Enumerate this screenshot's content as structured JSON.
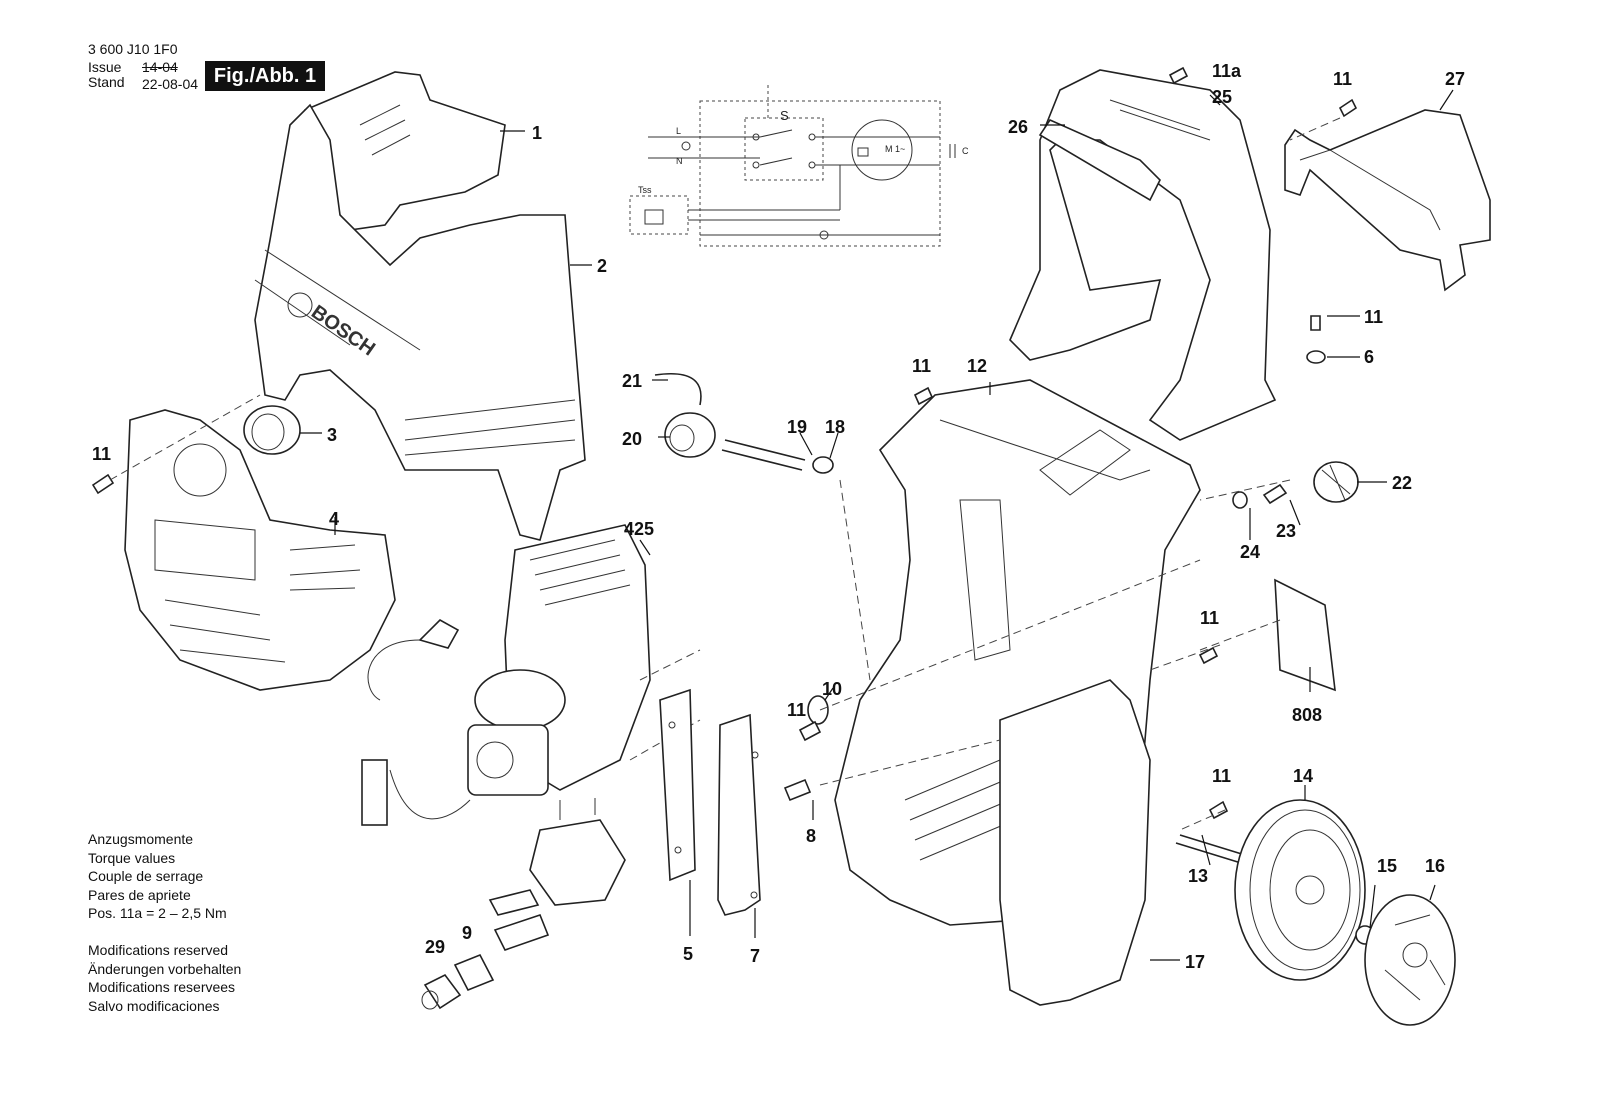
{
  "header": {
    "doc_number": "3 600 J10 1F0",
    "issue_label": "Issue",
    "stand_label": "Stand",
    "issue_value": "14-04",
    "stand_value": "22-08-04",
    "figure_badge": "Fig./Abb. 1"
  },
  "schematic": {
    "switch_label": "S",
    "thermal_label": "Tss",
    "motor_label": "M\n1~",
    "capacitor_label": "C",
    "line_label": "L",
    "neutral_label": "N"
  },
  "torque_notes": [
    "Anzugsmomente",
    "Torque values",
    "Couple de serrage",
    "Pares de apriete",
    "Pos. 11a = 2 – 2,5 Nm"
  ],
  "modification_notes": [
    "Modifications reserved",
    "Änderungen vorbehalten",
    "Modifications reservees",
    "Salvo modificaciones"
  ],
  "part_labels": {
    "p1": "1",
    "p2": "2",
    "p3": "3",
    "p4": "4",
    "p5": "5",
    "p6": "6",
    "p7": "7",
    "p8": "8",
    "p9": "9",
    "p10": "10",
    "p11_a": "11",
    "p11_b": "11",
    "p11_c": "11",
    "p11_d": "11",
    "p11_e": "11",
    "p11_f": "11",
    "p11_g": "11",
    "p11a": "11a",
    "p12": "12",
    "p13": "13",
    "p14": "14",
    "p15": "15",
    "p16": "16",
    "p17": "17",
    "p18": "18",
    "p19": "19",
    "p20": "20",
    "p21": "21",
    "p22": "22",
    "p23": "23",
    "p24": "24",
    "p25": "25",
    "p26": "26",
    "p27": "27",
    "p29": "29",
    "p425": "425",
    "p808": "808"
  }
}
